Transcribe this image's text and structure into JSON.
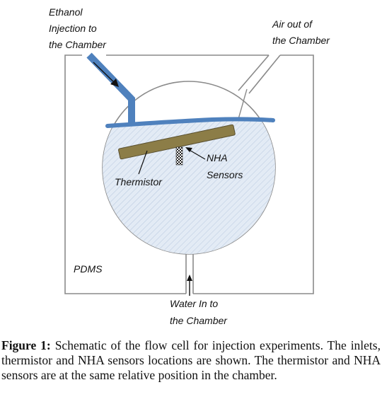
{
  "labels": {
    "ethanol_line1": "Ethanol",
    "ethanol_line2": "Injection to",
    "ethanol_line3": "the Chamber",
    "air_line1": "Air out of",
    "air_line2": "the Chamber",
    "nha_line1": "NHA",
    "nha_line2": "Sensors",
    "thermistor": "Thermistor",
    "pdms": "PDMS",
    "water_line1": "Water In to",
    "water_line2": "the Chamber"
  },
  "caption": {
    "label": "Figure 1:",
    "text": " Schematic of the flow cell for injection experiments. The inlets, thermistor and NHA sensors locations are shown. The thermistor and NHA sensors are at the same relative position in the chamber."
  },
  "colors": {
    "channel": "#4f81bd",
    "liquid_fill": "#dce6f1",
    "thermistor": "#8c7d47",
    "outline": "#8a8a8a"
  }
}
